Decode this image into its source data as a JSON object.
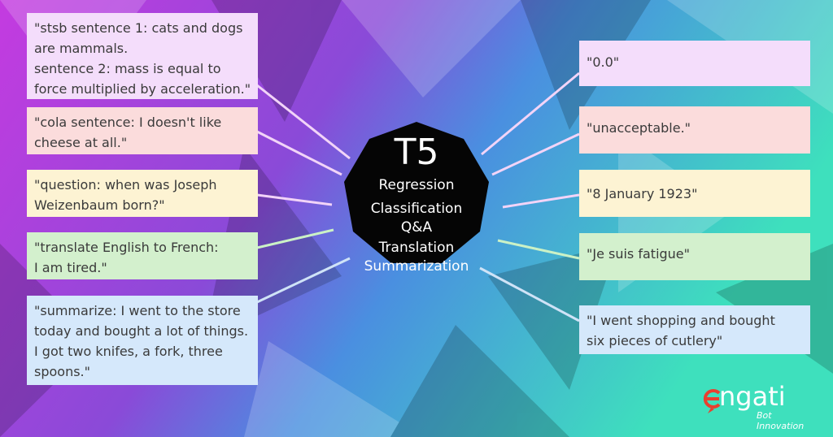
{
  "colors": {
    "bg_left": "#c33fe0",
    "bg_right": "#3fd4c0",
    "hub": "#050505",
    "line_purple": "#f2d4f8",
    "line_green": "#cbf1c6",
    "line_blue": "#cfe3f7",
    "brand_red": "#e8402f"
  },
  "hub": {
    "title": "T5",
    "tasks": [
      "Regression",
      "Classification",
      "Q&A",
      "Translation",
      "Summarization"
    ]
  },
  "inputs": [
    "\"stsb sentence 1: cats and dogs\nare mammals.\nsentence 2: mass is equal to\nforce multiplied by acceleration.\"",
    "\"cola sentence: I doesn't like\ncheese at all.\"",
    " \"question: when was Joseph\n Weizenbaum born?\"",
    "\"translate English to French:\n I am tired.\"",
    "\"summarize: I went to the store\n today and bought a lot of things.\nI got two knifes, a fork, three\nspoons.\""
  ],
  "outputs": [
    "\"0.0\"",
    "\"unacceptable.\"",
    "\"8 January 1923\"",
    "\"Je suis fatigue\"",
    "\"I went shopping and bought\nsix pieces of cutlery\""
  ],
  "brand": {
    "name": "ngati",
    "tagline": "Bot Innovation",
    "icon": "engati-e-logo-icon"
  }
}
